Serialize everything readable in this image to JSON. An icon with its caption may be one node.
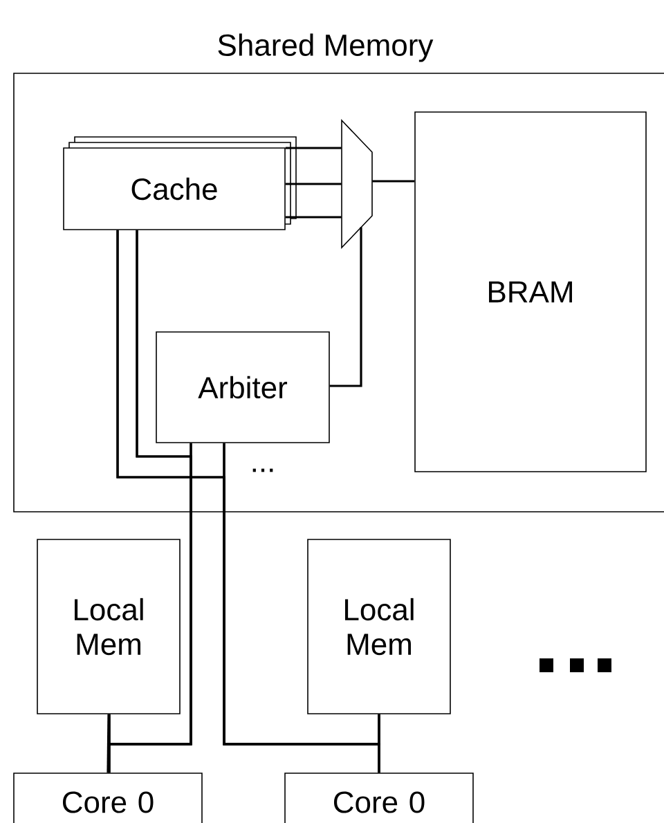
{
  "diagram": {
    "nodes": [
      {
        "text": [
          "Shared Memory"
        ]
      },
      {
        "text": [
          "Cache"
        ],
        "in": 0
      },
      {
        "text": [],
        "shape": "trapezoid",
        "in": 0
      },
      {
        "text": [
          "BRAM"
        ],
        "in": 0
      },
      {
        "text": [
          "Arbiter"
        ],
        "in": 0
      },
      {
        "text": [
          "Local Mem"
        ]
      },
      {
        "text": [
          "Local Mem"
        ]
      },
      {
        "text": [
          "Core 0"
        ]
      },
      {
        "text": [
          "Core 0"
        ]
      }
    ],
    "edges": [
      {
        "from": 1,
        "to": 2,
        "arrow": "none"
      },
      {
        "from": 1,
        "to": 2,
        "arrow": "none"
      },
      {
        "from": 1,
        "to": 2,
        "arrow": "none"
      },
      {
        "from": 2,
        "to": 3,
        "arrow": "none"
      },
      {
        "from": 4,
        "to": 2,
        "arrow": "none"
      },
      {
        "from": 1,
        "to": 5,
        "arrow": "none"
      },
      {
        "from": 1,
        "to": 7,
        "arrow": "none"
      },
      {
        "from": 4,
        "to": 5,
        "arrow": "none"
      },
      {
        "from": 4,
        "to": 7,
        "arrow": "none"
      },
      {
        "from": 1,
        "to": 6,
        "arrow": "none"
      },
      {
        "from": 1,
        "to": 8,
        "arrow": "none"
      },
      {
        "from": 4,
        "to": 6,
        "arrow": "none"
      },
      {
        "from": 4,
        "to": 8,
        "arrow": "none"
      },
      {
        "from": 5,
        "to": 7,
        "arrow": "none"
      },
      {
        "from": 6,
        "to": 8,
        "arrow": "none"
      }
    ],
    "labels": [
      "..."
    ]
  }
}
